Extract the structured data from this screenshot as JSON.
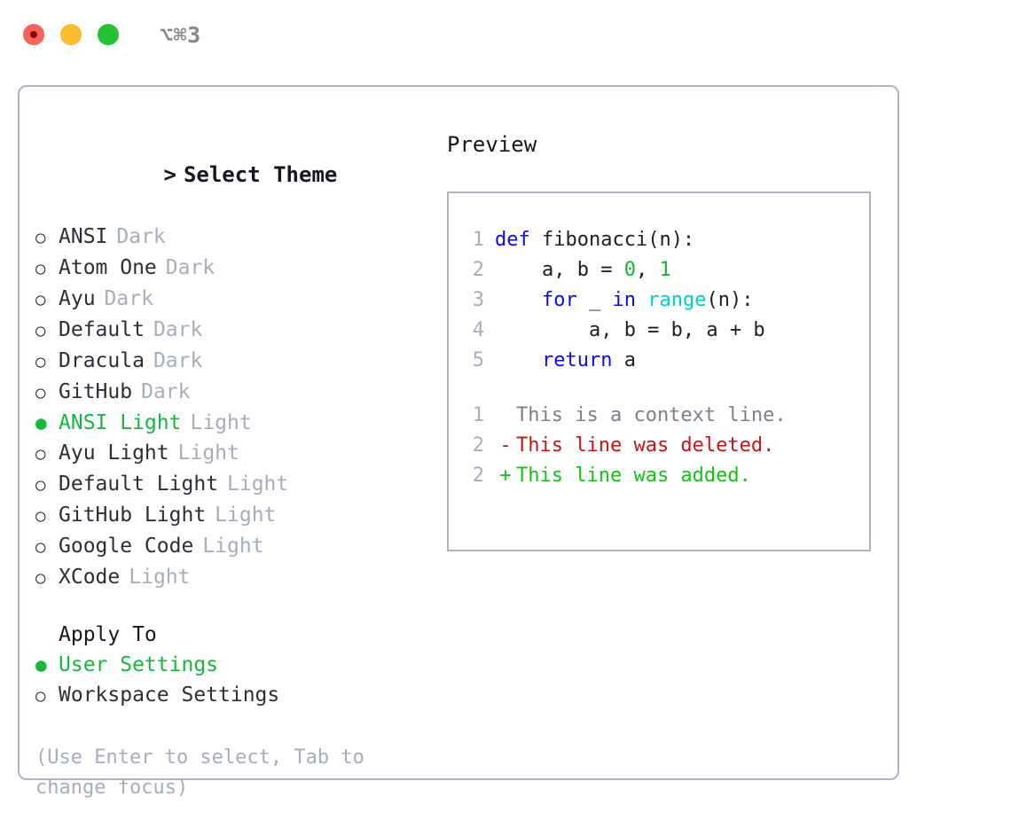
{
  "window": {
    "title": "⌥⌘3",
    "traffic_lights": [
      {
        "name": "close",
        "color": "#fa6158"
      },
      {
        "name": "minimize",
        "color": "#fbbd2e"
      },
      {
        "name": "maximize",
        "color": "#22c436"
      }
    ]
  },
  "left": {
    "heading": "Select Theme",
    "caret": ">",
    "bullet_empty": "○",
    "bullet_filled": "●",
    "themes": [
      {
        "name": "ANSI",
        "kind": "Dark",
        "selected": false
      },
      {
        "name": "Atom One",
        "kind": "Dark",
        "selected": false
      },
      {
        "name": "Ayu",
        "kind": "Dark",
        "selected": false
      },
      {
        "name": "Default",
        "kind": "Dark",
        "selected": false
      },
      {
        "name": "Dracula",
        "kind": "Dark",
        "selected": false
      },
      {
        "name": "GitHub",
        "kind": "Dark",
        "selected": false
      },
      {
        "name": "ANSI Light",
        "kind": "Light",
        "selected": true
      },
      {
        "name": "Ayu Light",
        "kind": "Light",
        "selected": false
      },
      {
        "name": "Default Light",
        "kind": "Light",
        "selected": false
      },
      {
        "name": "GitHub Light",
        "kind": "Light",
        "selected": false
      },
      {
        "name": "Google Code",
        "kind": "Light",
        "selected": false
      },
      {
        "name": "XCode",
        "kind": "Light",
        "selected": false
      }
    ],
    "apply_to": {
      "title": "Apply To",
      "options": [
        {
          "label": "User Settings",
          "selected": true
        },
        {
          "label": "Workspace Settings",
          "selected": false
        }
      ]
    },
    "hint": "(Use Enter to select, Tab to change focus)"
  },
  "right": {
    "title": "Preview",
    "code": [
      {
        "num": "1",
        "tokens": [
          {
            "t": "def",
            "c": "kw"
          },
          {
            "t": " fibonacci(n):",
            "c": "plain"
          }
        ]
      },
      {
        "num": "2",
        "tokens": [
          {
            "t": "    a, b = ",
            "c": "plain"
          },
          {
            "t": "0",
            "c": "num"
          },
          {
            "t": ", ",
            "c": "plain"
          },
          {
            "t": "1",
            "c": "num"
          }
        ]
      },
      {
        "num": "3",
        "tokens": [
          {
            "t": "    ",
            "c": "plain"
          },
          {
            "t": "for",
            "c": "kw"
          },
          {
            "t": " _ ",
            "c": "plain"
          },
          {
            "t": "in",
            "c": "kw"
          },
          {
            "t": " ",
            "c": "plain"
          },
          {
            "t": "range",
            "c": "fn"
          },
          {
            "t": "(n):",
            "c": "plain"
          }
        ]
      },
      {
        "num": "4",
        "tokens": [
          {
            "t": "        a, b = b, a + b",
            "c": "plain"
          }
        ]
      },
      {
        "num": "5",
        "tokens": [
          {
            "t": "    ",
            "c": "plain"
          },
          {
            "t": "return",
            "c": "kw"
          },
          {
            "t": " a",
            "c": "plain"
          }
        ]
      }
    ],
    "diff": [
      {
        "num": "1",
        "marker": " ",
        "text": "This is a context line.",
        "kind": "context"
      },
      {
        "num": "2",
        "marker": "-",
        "text": "This line was deleted.",
        "kind": "removed"
      },
      {
        "num": "2",
        "marker": "+",
        "text": "This line was added.",
        "kind": "added"
      }
    ]
  },
  "colors": {
    "accent_green": "#14b83c",
    "keyword_blue": "#0a0af0",
    "function_cyan": "#00cfd1",
    "number_green": "#12b832",
    "diff_added": "#14c414",
    "diff_removed": "#cc1414",
    "muted": "#a7adba",
    "border": "#aab4c4"
  }
}
